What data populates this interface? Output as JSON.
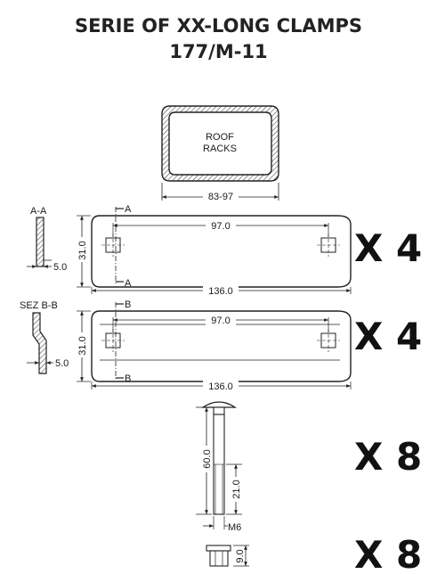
{
  "title_line1": "SERIE OF XX-LONG CLAMPS",
  "title_line2": "177/M-11",
  "profile": {
    "label_line1": "ROOF",
    "label_line2": "RACKS",
    "dim": "83-97"
  },
  "clamp_straight": {
    "section_label": "A-A",
    "section_marker": "A",
    "thickness": "5.0",
    "width": "31.0",
    "hole_spacing": "97.0",
    "length": "136.0",
    "quantity": "X 4"
  },
  "clamp_bent": {
    "section_label": "SEZ B-B",
    "section_marker": "B",
    "thickness": "5.0",
    "width": "31.0",
    "hole_spacing": "97.0",
    "length": "136.0",
    "quantity": "X 4"
  },
  "bolt": {
    "length": "60.0",
    "thread_length": "21.0",
    "thread": "M6",
    "quantity": "X 8"
  },
  "nut": {
    "height": "9.0",
    "quantity": "X 8"
  }
}
